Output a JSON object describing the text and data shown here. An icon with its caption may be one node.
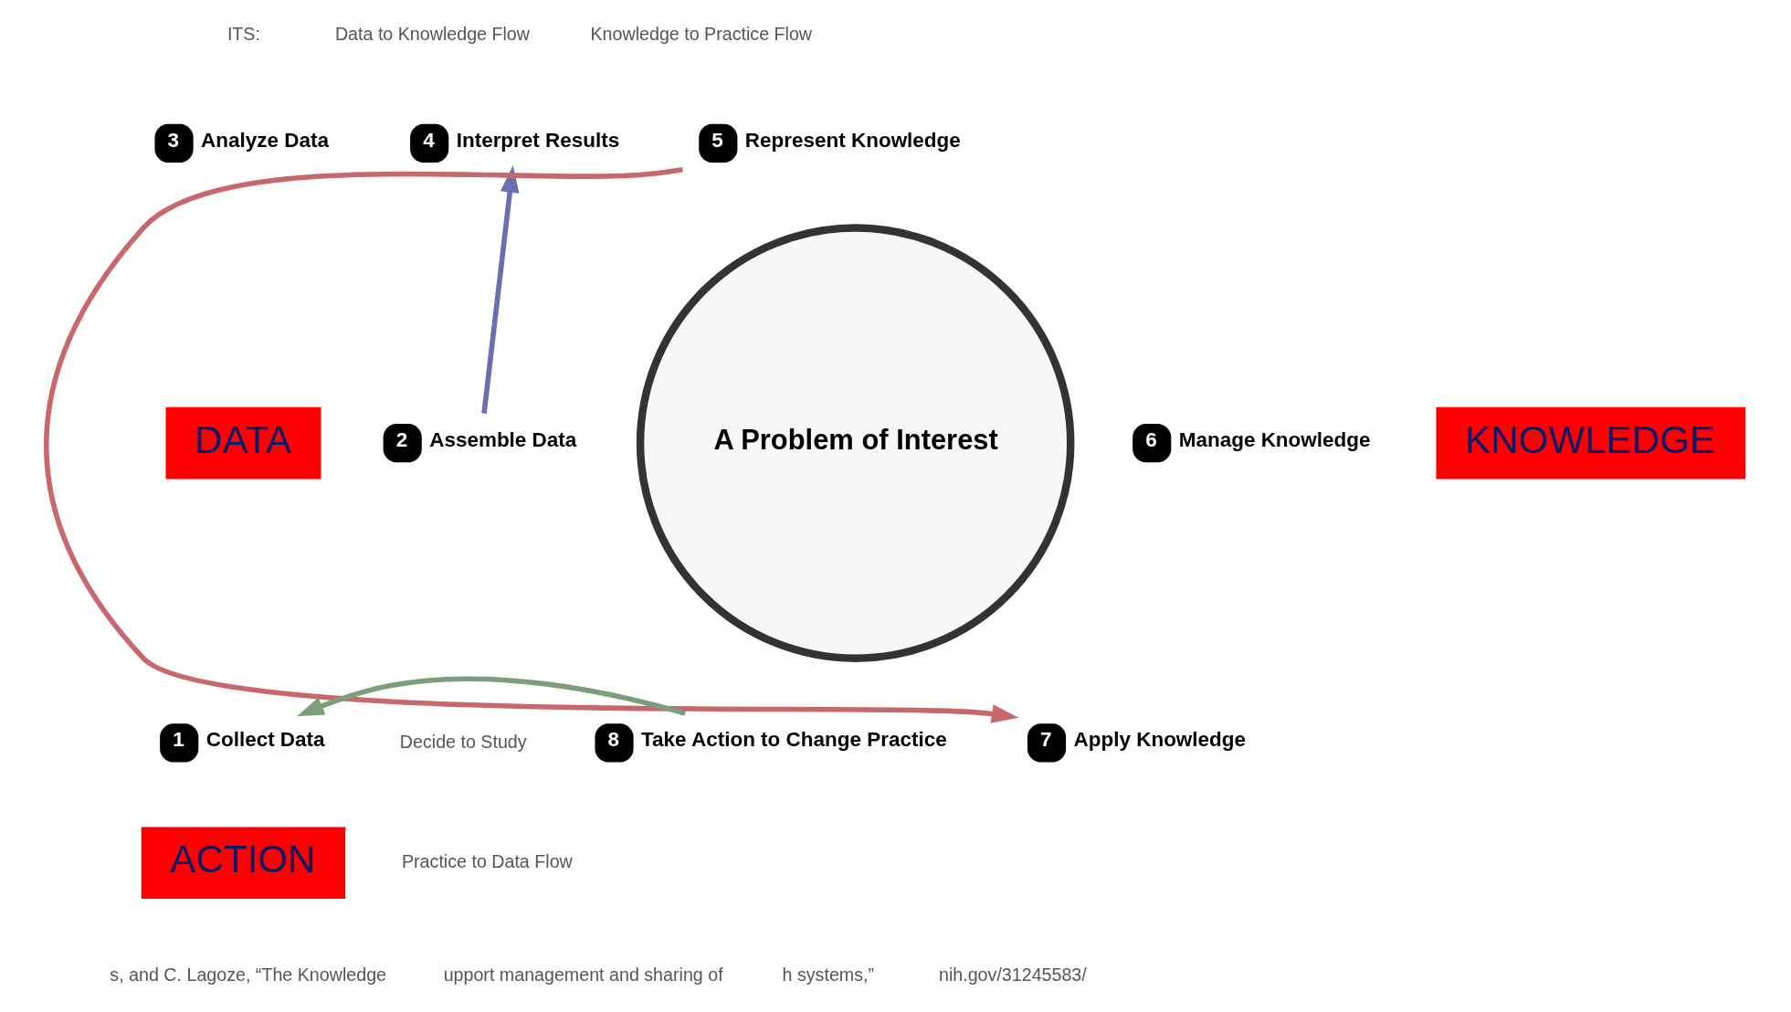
{
  "diagram": {
    "nodes": [
      {
        "text": [
          "A Problem of Interest"
        ]
      },
      {
        "text": [
          "1",
          "Collect Data"
        ]
      },
      {
        "text": [
          "2",
          "Assemble Data"
        ]
      },
      {
        "text": [
          "3",
          "Analyze Data"
        ]
      },
      {
        "text": [
          "4",
          "Interpret Results"
        ]
      },
      {
        "text": [
          "5",
          "Represent Knowledge"
        ]
      },
      {
        "text": [
          "6",
          "Manage Knowledge"
        ]
      },
      {
        "text": [
          "7",
          "Apply Knowledge"
        ]
      },
      {
        "text": [
          "8",
          "Take Action to Change Practice"
        ]
      },
      {
        "text": [
          "DATA"
        ]
      },
      {
        "text": [
          "KNOWLEDGE"
        ]
      },
      {
        "text": [
          "ACTION"
        ]
      }
    ],
    "edges": [
      {
        "from": 2,
        "to": 4,
        "arrow": "to",
        "color": "#6a6fb0"
      },
      {
        "from": 5,
        "to": 7,
        "arrow": "to",
        "color": "#c8686c"
      },
      {
        "from": 8,
        "to": 1,
        "arrow": "to",
        "color": "#7d9e7c"
      }
    ],
    "labels": [
      "ITS:",
      "Data to Knowledge Flow",
      "Knowledge to Practice Flow",
      "Decide to Study",
      "Practice to Data Flow",
      "s, and C. Lagoze, “The Knowledge",
      "upport management and sharing of",
      "h systems,”",
      "nih.gov/31245583/"
    ]
  }
}
